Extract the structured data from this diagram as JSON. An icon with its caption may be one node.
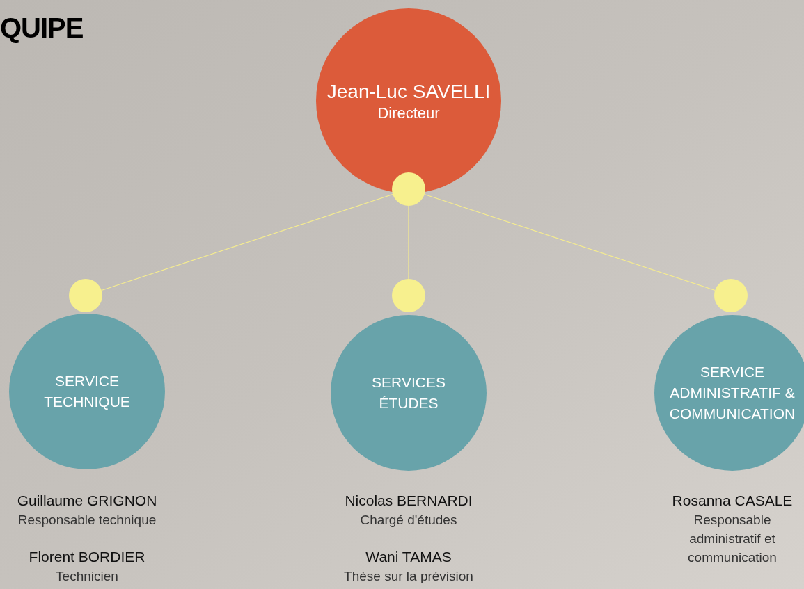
{
  "diagram": {
    "title": "QUIPE",
    "nodes": [
      {
        "text": [
          "Jean-Luc SAVELLI",
          "Directeur"
        ]
      },
      {
        "text": [],
        "shape": "circle"
      },
      {
        "text": [],
        "shape": "circle"
      },
      {
        "text": [],
        "shape": "circle"
      },
      {
        "text": [],
        "shape": "circle"
      },
      {
        "text": [
          "SERVICE TECHNIQUE"
        ],
        "beside": [
          "Guillaume GRIGNON",
          "Responsable technique",
          "Florent BORDIER",
          "Technicien"
        ]
      },
      {
        "text": [
          "SERVICES ÉTUDES"
        ],
        "beside": [
          "Nicolas BERNARDI",
          "Chargé d'études",
          "Wani TAMAS",
          "Thèse sur la prévision"
        ]
      },
      {
        "text": [
          "SERVICE ADMINISTRATIF & COMMUNICATION"
        ],
        "beside": [
          "Rosanna CASALE",
          "Responsable administratif et communication"
        ]
      }
    ],
    "edges": [
      {
        "from": 1,
        "to": 2,
        "arrow": "none"
      },
      {
        "from": 1,
        "to": 3,
        "arrow": "none"
      },
      {
        "from": 1,
        "to": 4,
        "arrow": "none"
      }
    ]
  }
}
